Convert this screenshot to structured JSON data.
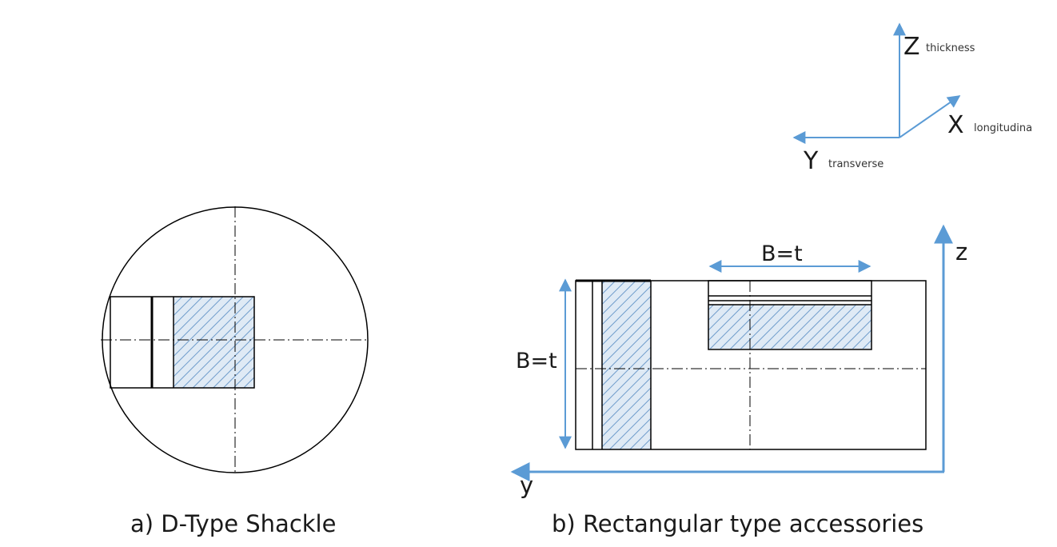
{
  "axes_triad": {
    "z_letter": "Z",
    "z_word": "thickness",
    "x_letter": "X",
    "x_word": "longitudina",
    "y_letter": "Y",
    "y_word": "transverse"
  },
  "panel_a": {
    "caption": "a) D-Type Shackle"
  },
  "panel_b": {
    "caption": "b) Rectangular type accessories",
    "top_dimension": "B=t",
    "left_dimension": "B=t",
    "axis_z": "z",
    "axis_y": "y"
  },
  "colors": {
    "arrow_blue": "#5b9bd5",
    "hatch_blue": "#7aa7cf",
    "hatch_fill": "#dfeaf5",
    "line": "#000000"
  }
}
